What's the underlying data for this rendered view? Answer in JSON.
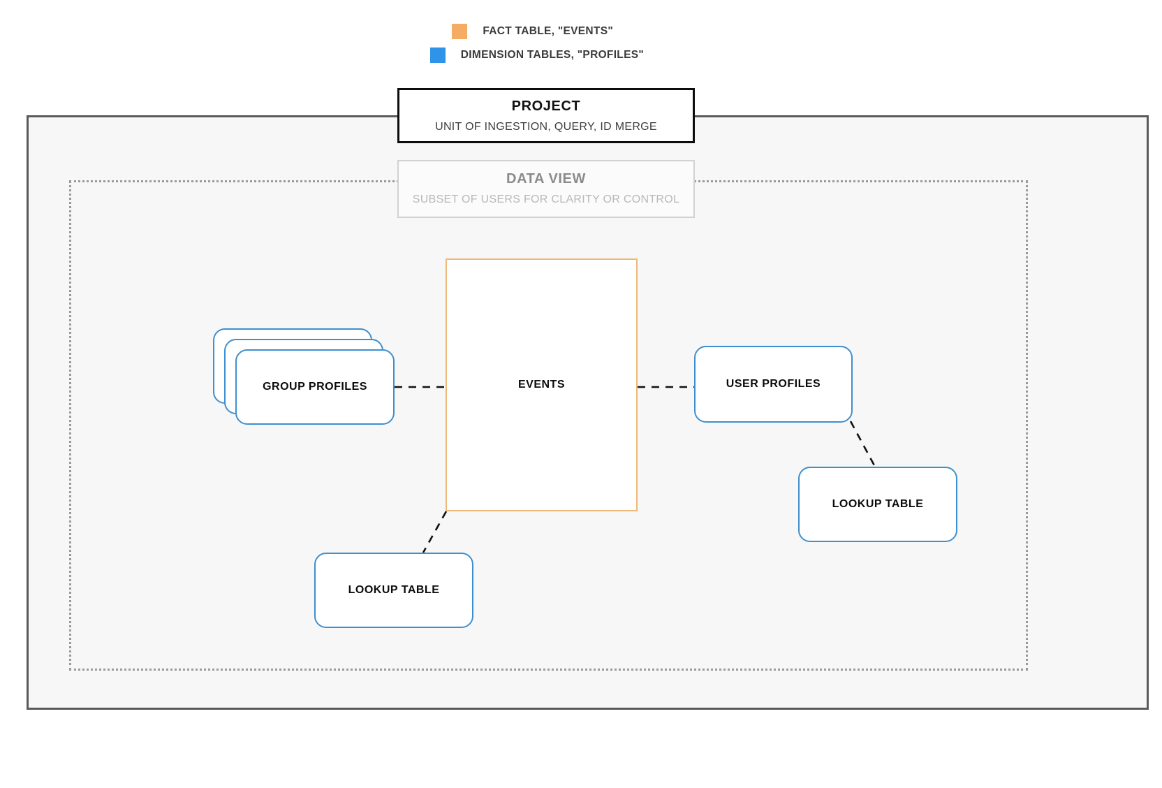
{
  "legend": {
    "items": [
      {
        "label": "FACT TABLE, \"EVENTS\"",
        "color": "#f5ab63",
        "icon": "orange-square-swatch"
      },
      {
        "label": "DIMENSION TABLES, \"PROFILES\"",
        "color": "#2f93e8",
        "icon": "blue-square-swatch"
      }
    ]
  },
  "project": {
    "title": "PROJECT",
    "subtitle": "UNIT OF INGESTION, QUERY, ID MERGE",
    "border_color": "#0d0d0d"
  },
  "data_view": {
    "title": "DATA VIEW",
    "subtitle": "SUBSET OF USERS FOR CLARITY OR CONTROL",
    "border_color": "#d2d2d2",
    "text_color": "#b8b8b8"
  },
  "nodes": {
    "events": {
      "label": "EVENTS",
      "kind": "fact-table",
      "color": "#edb97a"
    },
    "group_profiles": {
      "label": "GROUP PROFILES",
      "kind": "dimension-table-stack",
      "color": "#3f8fce"
    },
    "user_profiles": {
      "label": "USER PROFILES",
      "kind": "dimension-table",
      "color": "#3f8fce"
    },
    "lookup_right": {
      "label": "LOOKUP TABLE",
      "kind": "dimension-table",
      "color": "#3f8fce"
    },
    "lookup_left": {
      "label": "LOOKUP TABLE",
      "kind": "dimension-table",
      "color": "#3f8fce"
    }
  },
  "connectors": [
    {
      "name": "group-profiles-to-events",
      "style": "dashed",
      "color": "#111111"
    },
    {
      "name": "events-to-user-profiles",
      "style": "dashed",
      "color": "#111111"
    },
    {
      "name": "user-profiles-to-lookup-right",
      "style": "dashed",
      "color": "#111111"
    },
    {
      "name": "events-to-lookup-left",
      "style": "dashed",
      "color": "#111111"
    }
  ],
  "canvas": {
    "background": "#ffffff",
    "project_fill": "#f7f7f7"
  }
}
